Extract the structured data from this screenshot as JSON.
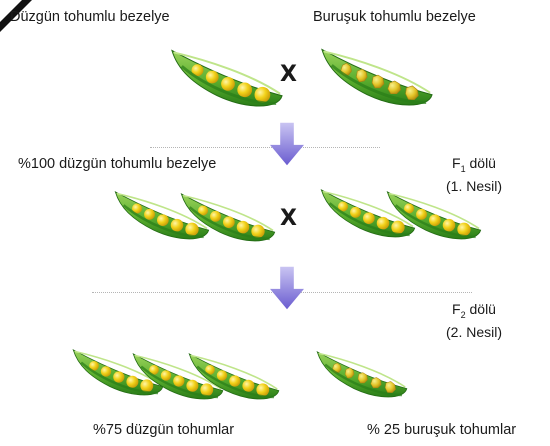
{
  "parents": {
    "left_label": "Düzgün tohumlu bezelye",
    "right_label": "Buruşuk tohumlu bezelye",
    "cross_symbol": "X"
  },
  "f1": {
    "label": "%100 düzgün  tohumlu bezelye",
    "gen_letter": "F",
    "gen_sub": "1",
    "gen_word": " dölü",
    "gen_note": "(1. Nesil)",
    "cross_symbol": "X"
  },
  "f2": {
    "gen_letter": "F",
    "gen_sub": "2",
    "gen_word": " dölü",
    "gen_note": "(2. Nesil)",
    "left_label": "%75 düzgün  tohumlar",
    "right_label": "% 25 buruşuk tohumlar"
  },
  "colors": {
    "pod_dark": "#2f8a1e",
    "pod_light": "#7cc242",
    "pea": "#f2d21a",
    "arrow": "#7b6fd6"
  }
}
